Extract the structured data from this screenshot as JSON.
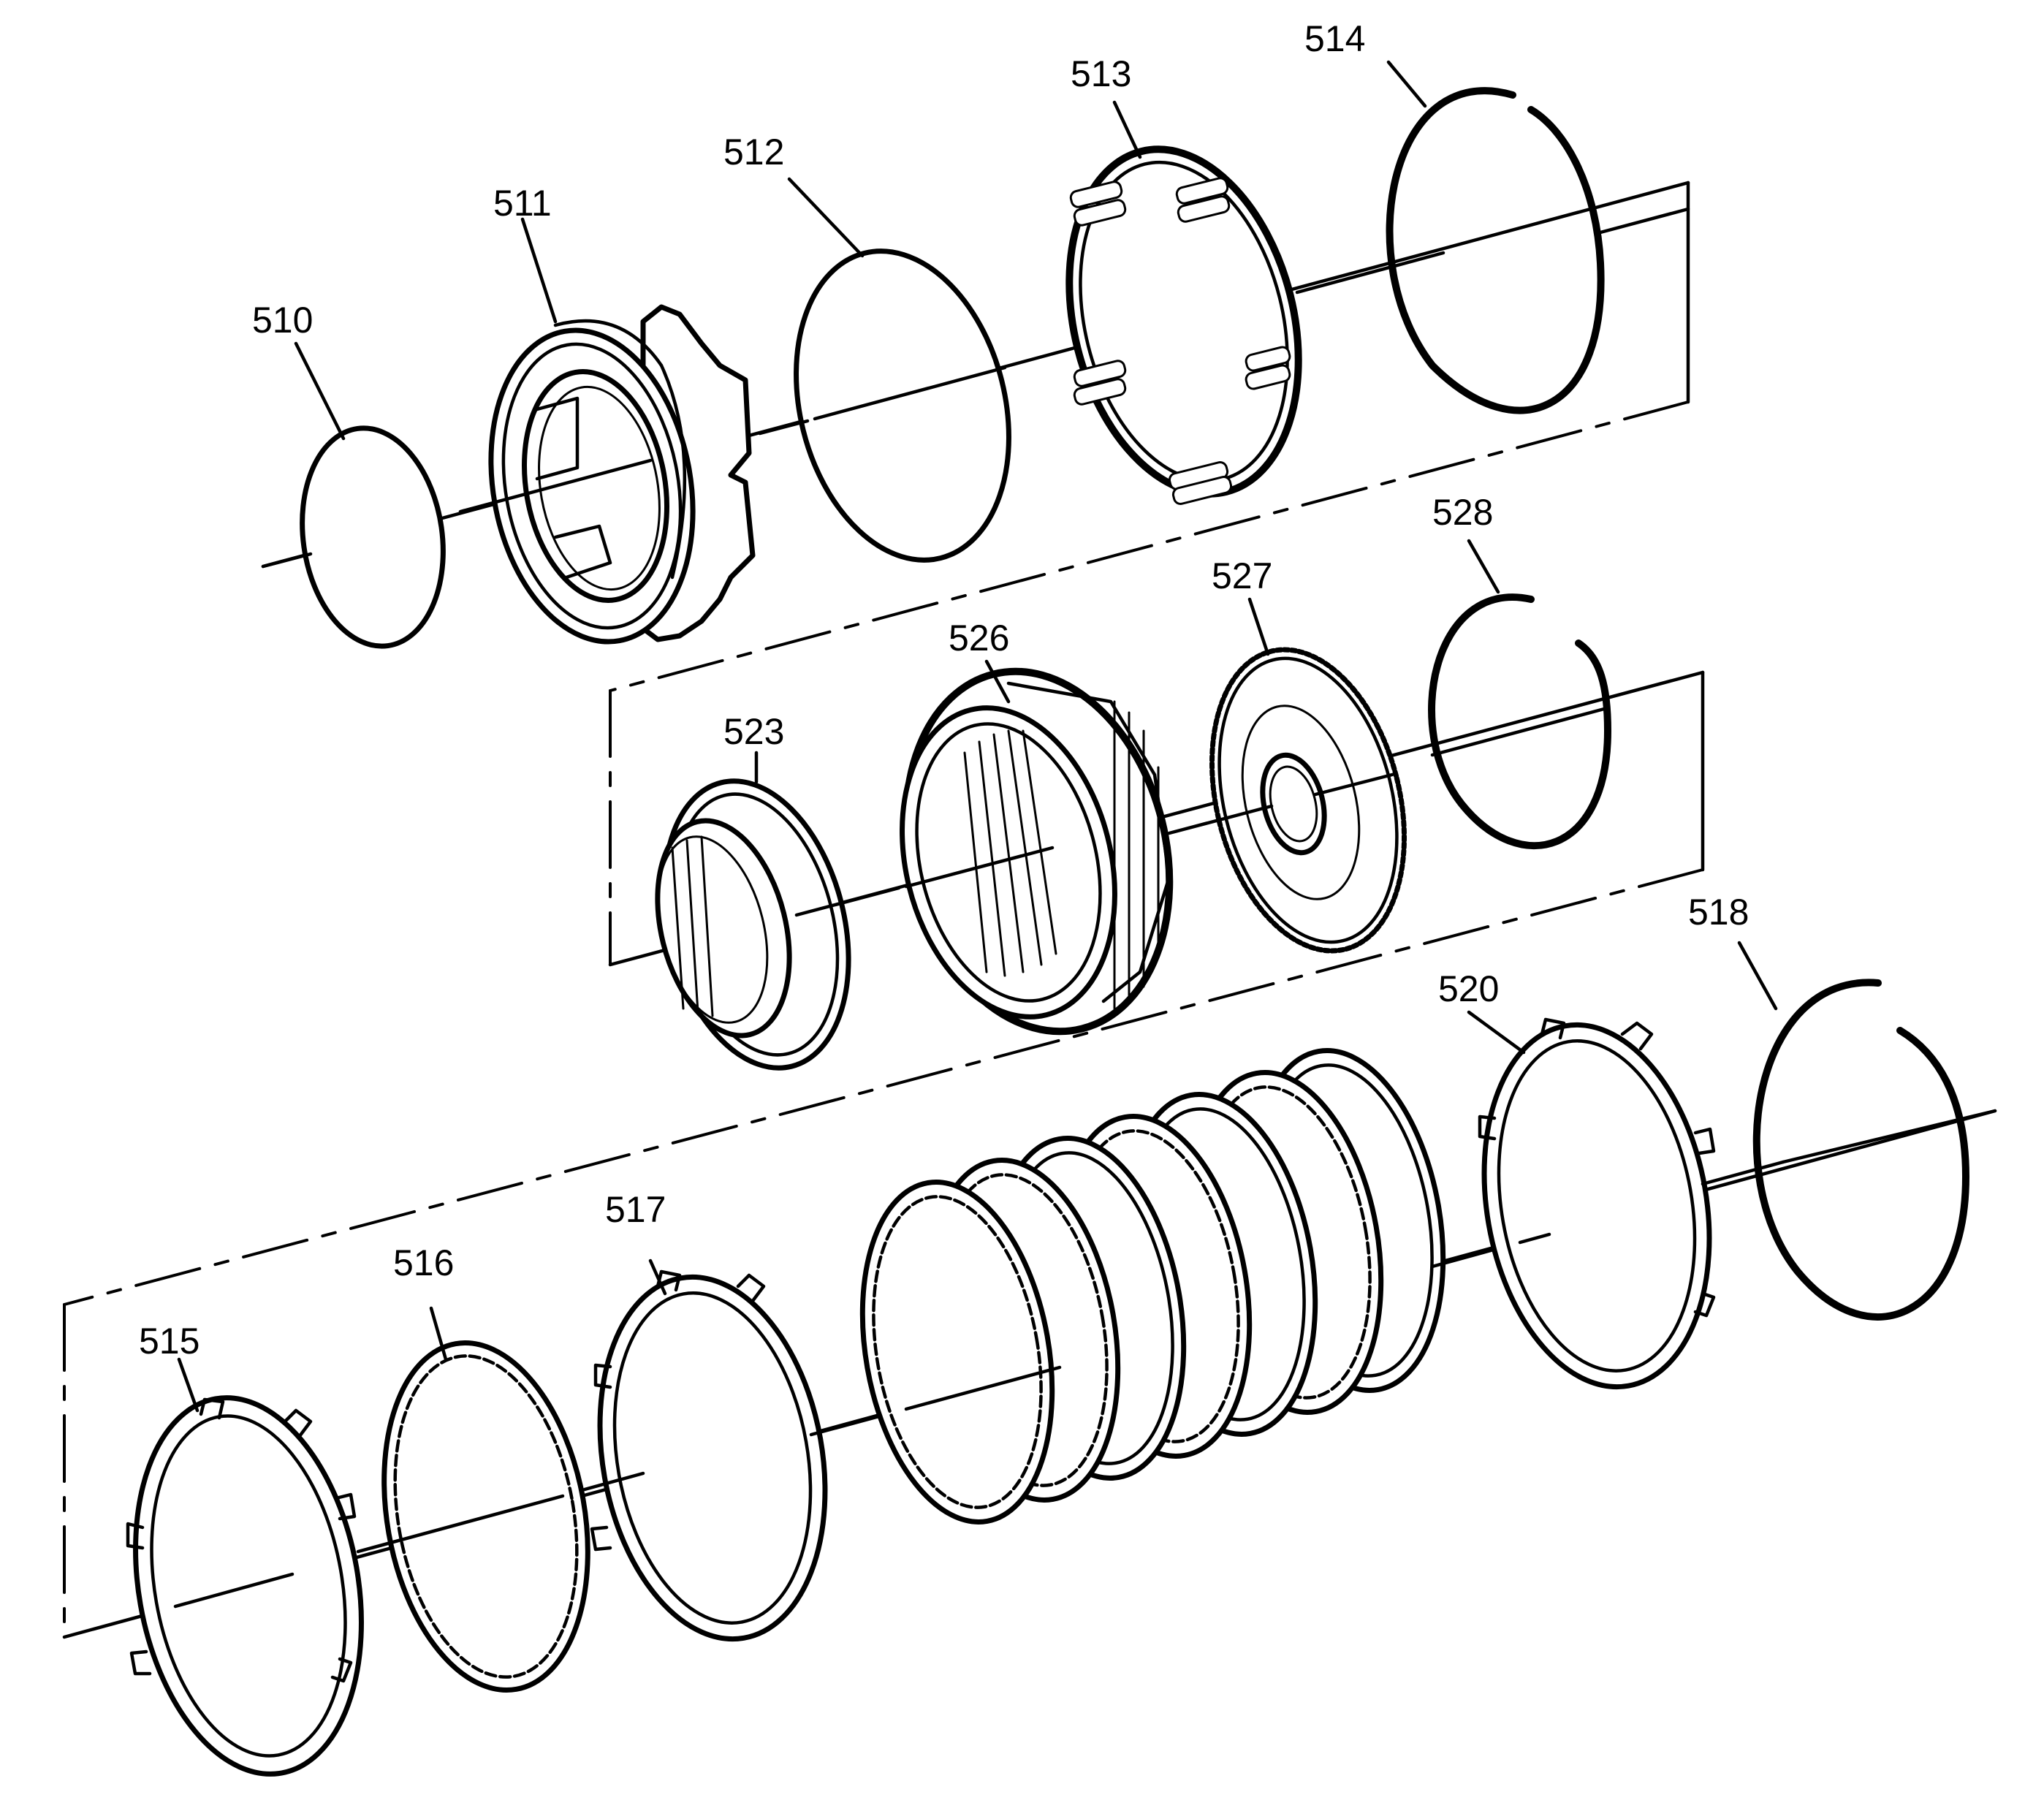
{
  "diagram": {
    "callouts": [
      {
        "id": "510",
        "label": "510"
      },
      {
        "id": "511",
        "label": "511"
      },
      {
        "id": "512",
        "label": "512"
      },
      {
        "id": "513",
        "label": "513"
      },
      {
        "id": "514",
        "label": "514"
      },
      {
        "id": "523",
        "label": "523"
      },
      {
        "id": "526",
        "label": "526"
      },
      {
        "id": "527",
        "label": "527"
      },
      {
        "id": "528",
        "label": "528"
      },
      {
        "id": "515",
        "label": "515"
      },
      {
        "id": "516",
        "label": "516"
      },
      {
        "id": "517",
        "label": "517"
      },
      {
        "id": "520",
        "label": "520"
      },
      {
        "id": "518",
        "label": "518"
      }
    ]
  }
}
